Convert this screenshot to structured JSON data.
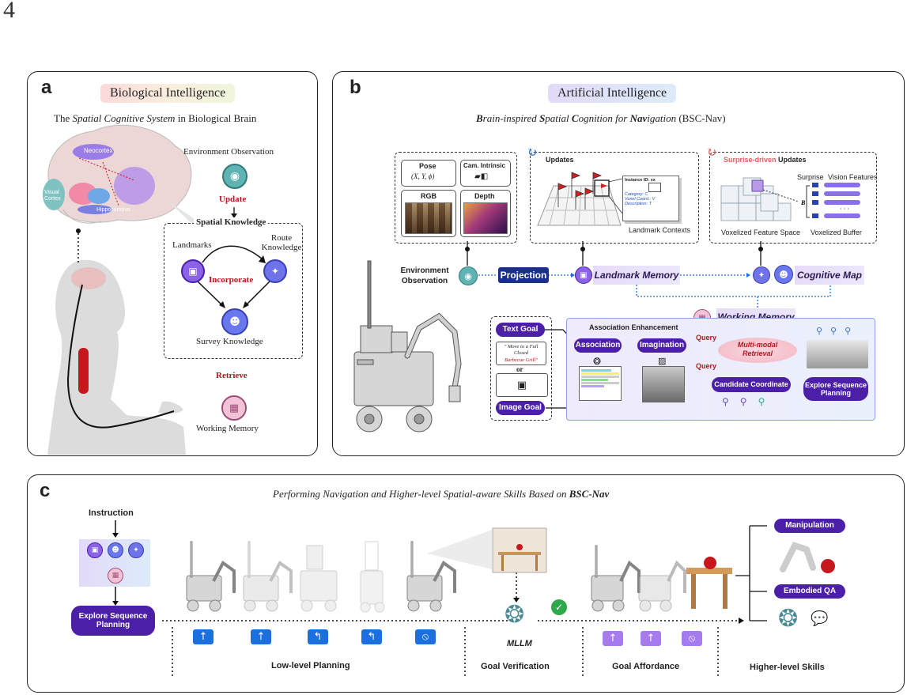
{
  "page_number": "4",
  "panel_a": {
    "letter": "a",
    "title": "Biological Intelligence",
    "subtitle_plain": "The ",
    "subtitle_italic": "Spatial Cognitive System",
    "subtitle_end": " in Biological Brain",
    "brain_regions": [
      "Neocortex",
      "Visual Cortex",
      "Hippocampus"
    ],
    "environment_observation": "Environment Observation",
    "update": "Update",
    "spatial_knowledge": "Spatial Knowledge",
    "landmarks": "Landmarks",
    "route_knowledge_1": "Route",
    "route_knowledge_2": "Knowledge",
    "incorporate": "Incorporate",
    "survey_knowledge": "Survey Knowledge",
    "retrieve": "Retrieve",
    "working_memory": "Working Memory"
  },
  "panel_b": {
    "letter": "b",
    "title": "Artificial Intelligence",
    "subtitle": {
      "b1": "B",
      "t1": "rain-inspired ",
      "b2": "S",
      "t2": "patial ",
      "b3": "C",
      "t3": "ognition for ",
      "b4": "Nav",
      "t4": "igation",
      "t5": " (BSC-Nav)"
    },
    "pose_label": "Pose",
    "pose_value": "(X, Y, ϕ)",
    "cam_label": "Cam. Intrinsic",
    "rgb_label": "RGB",
    "depth_label": "Depth",
    "updates_label": "Updates",
    "landmark_contexts": "Landmark Contexts",
    "instance_card": [
      "Instance ID: xx",
      "Category: C",
      "Voxel Coord.: V",
      "Description: T"
    ],
    "surprise_label": "Surprise-driven",
    "surprise_updates": " Updates",
    "surprise_col": "Surprise",
    "vision_features": "Vision Features",
    "voxel_space": "Voxelized Feature Space",
    "voxel_buffer": "Voxelized Buffer",
    "b_symbol": "B",
    "env_obs_1": "Environment",
    "env_obs_2": "Observation",
    "projection": "Projection",
    "landmark_memory": "Landmark Memory",
    "cognitive_map": "Cognitive Map",
    "working_memory": "Working Memory",
    "association_enhancement": "Association Enhancement",
    "text_goal": "Text Goal",
    "quote": "\" Move to a Full Closed",
    "quote_red": "Barbecue Grill\"",
    "or": "or",
    "image_goal": "Image Goal",
    "association": "Association",
    "imagination": "Imagination",
    "query1": "Query",
    "query2": "Query",
    "multimodal_1": "Multi-modal",
    "multimodal_2": "Retrieval",
    "candidate": "Candidate Coordinate",
    "explore_1": "Explore Sequence",
    "explore_2": "Planning"
  },
  "panel_c": {
    "letter": "c",
    "title_plain": "Performing Navigation and Higher-level Spatial-aware Skills Based on ",
    "title_bold": "BSC-Nav",
    "instruction": "Instruction",
    "explore_1": "Explore Sequence",
    "explore_2": "Planning",
    "low_level": "Low-level Planning",
    "mllm": "MLLM",
    "goal_verification": "Goal Verification",
    "goal_affordance": "Goal Affordance",
    "higher_level": "Higher-level Skills",
    "manipulation": "Manipulation",
    "embodied_qa": "Embodied QA",
    "low_actions": [
      "up-arrow-icon",
      "up-arrow-icon",
      "turn-left-icon",
      "turn-left-icon",
      "stop-icon"
    ],
    "afford_actions": [
      "up-arrow-icon",
      "up-arrow-icon",
      "stop-icon"
    ]
  },
  "colors": {
    "purple": "#4b1fa8",
    "navy": "#1a2f8a",
    "red_text": "#b3171c",
    "action_blue": "#1b6fe0",
    "action_violet": "#a77af0",
    "lavender": "#e6dcfa"
  }
}
